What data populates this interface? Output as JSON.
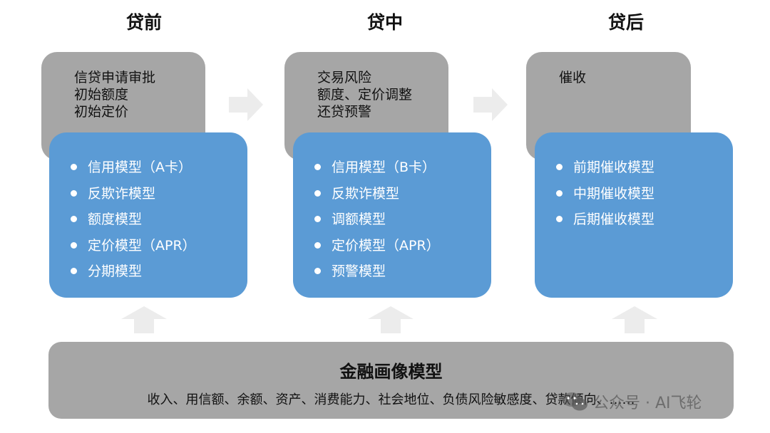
{
  "stages": [
    {
      "title": "贷前",
      "upper": [
        "信贷申请审批",
        "初始额度",
        "初始定价"
      ],
      "models": [
        "信用模型（A卡）",
        "反欺诈模型",
        "额度模型",
        "定价模型（APR）",
        "分期模型"
      ]
    },
    {
      "title": "贷中",
      "upper": [
        "交易风险",
        "额度、定价调整",
        "还贷预警"
      ],
      "models": [
        "信用模型（B卡）",
        "反欺诈模型",
        "调额模型",
        "定价模型（APR）",
        "预警模型"
      ]
    },
    {
      "title": "贷后",
      "upper": [
        "催收"
      ],
      "models": [
        "前期催收模型",
        "中期催收模型",
        "后期催收模型"
      ]
    }
  ],
  "foundation": {
    "title": "金融画像模型",
    "subtitle": "收入、用信额、余额、资产、消费能力、社会地位、负债风险敏感度、贷款倾向、……"
  },
  "watermark": {
    "text": "公众号 · AI飞轮",
    "icon": "wechat-icon"
  },
  "colors": {
    "gray_box": "#a6a6a6",
    "blue_box": "#5b9bd5",
    "arrow": "#ececec",
    "text": "#111111"
  }
}
